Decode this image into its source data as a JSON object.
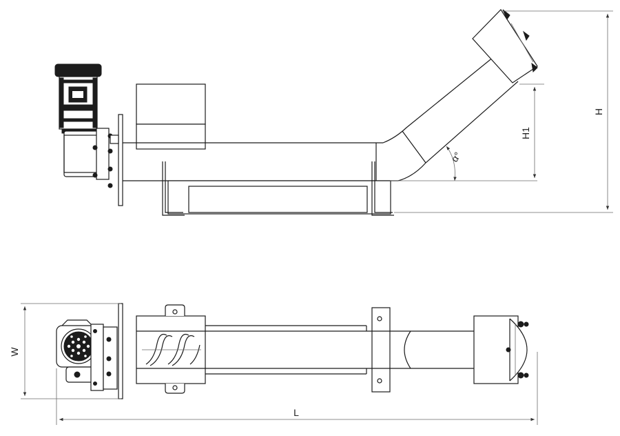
{
  "drawing": {
    "dimensions": {
      "length_label": "L",
      "width_label": "W",
      "height_label": "H",
      "height1_label": "H1",
      "angle_label": "α°"
    },
    "colors": {
      "line": "#1a1a1a",
      "dim_line": "#6a6a6a",
      "motor_dark": "#1c1c1c",
      "background": "#ffffff"
    }
  }
}
